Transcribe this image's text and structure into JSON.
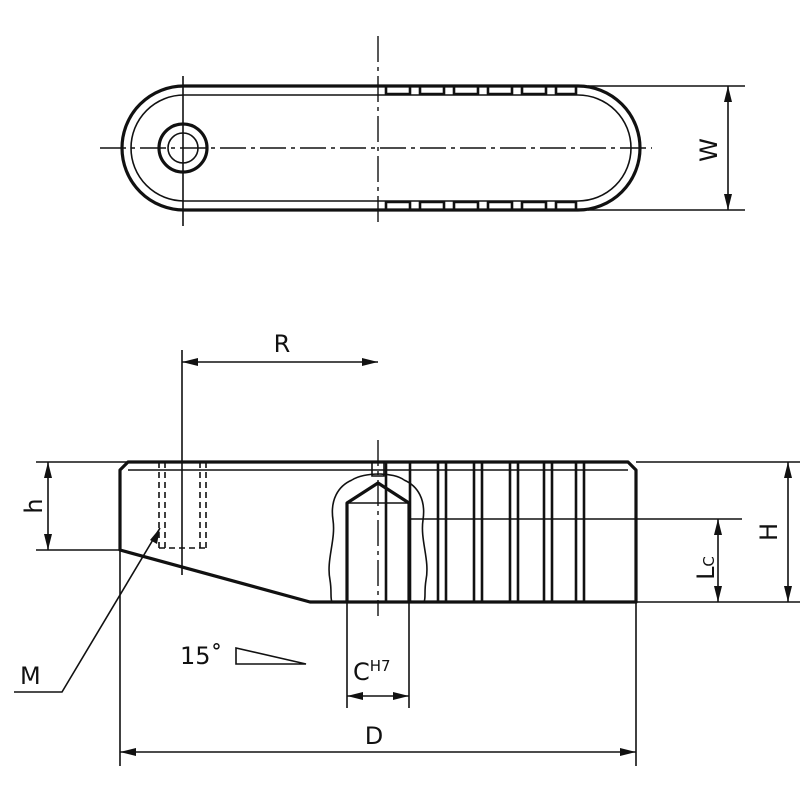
{
  "labels": {
    "width": "W",
    "radius": "R",
    "slot_depth": "h",
    "height": "H",
    "bore_depth_main": "L",
    "bore_depth_sub": "C",
    "bore_dia_main": "C",
    "bore_dia_tol": "H7",
    "length": "D",
    "thread": "M",
    "angle": "15˚"
  }
}
